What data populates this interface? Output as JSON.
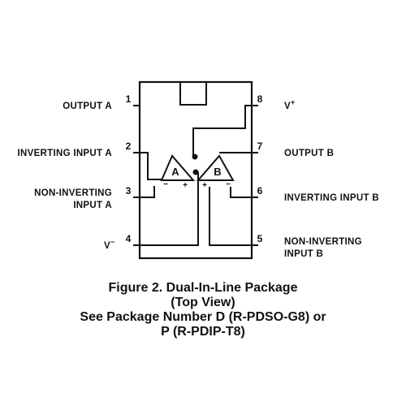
{
  "pins": {
    "p1": {
      "number": "1",
      "label": "OUTPUT A"
    },
    "p2": {
      "number": "2",
      "label": "INVERTING INPUT A"
    },
    "p3": {
      "number": "3",
      "label_line1": "NON-INVERTING",
      "label_line2": "INPUT A"
    },
    "p4": {
      "number": "4",
      "label": "V",
      "sup": "−"
    },
    "p5": {
      "number": "5",
      "label_line1": "NON-INVERTING",
      "label_line2": "INPUT B"
    },
    "p6": {
      "number": "6",
      "label": "INVERTING INPUT B"
    },
    "p7": {
      "number": "7",
      "label": "OUTPUT B"
    },
    "p8": {
      "number": "8",
      "label": "V",
      "sup": "+"
    }
  },
  "amplifiers": {
    "a": {
      "letter": "A",
      "minus": "−",
      "plus": "+"
    },
    "b": {
      "letter": "B",
      "minus": "−",
      "plus": "+"
    }
  },
  "caption": {
    "line1": "Figure 2. Dual-In-Line Package",
    "line2": "(Top View)",
    "line3": "See Package Number D (R-PDSO-G8) or",
    "line4": "P (R-PDIP-T8)"
  }
}
